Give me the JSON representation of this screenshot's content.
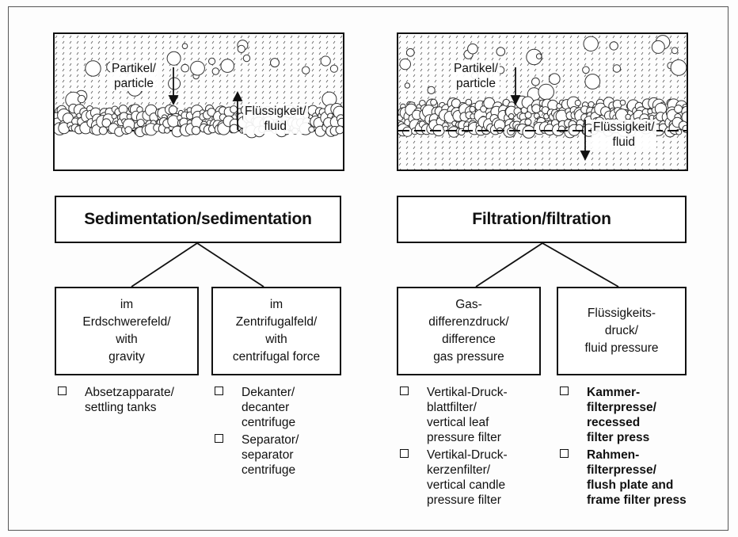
{
  "left_panel": {
    "particle_label": [
      "Partikel/",
      "particle"
    ],
    "fluid_label": [
      "Flüssigkeit/",
      "fluid"
    ]
  },
  "right_panel": {
    "particle_label": [
      "Partikel/",
      "particle"
    ],
    "fluid_label": [
      "Flüssigkeit/",
      "fluid"
    ]
  },
  "sedimentation": {
    "title": "Sedimentation/sedimentation",
    "gravity": {
      "lines": [
        "im",
        "Erdschwerefeld/",
        "with",
        "gravity"
      ],
      "items": [
        {
          "lines": [
            "Absetzapparate/",
            "settling tanks"
          ]
        }
      ]
    },
    "centrifugal": {
      "lines": [
        "im",
        "Zentrifugalfeld/",
        "with",
        "centrifugal force"
      ],
      "items": [
        {
          "lines": [
            "Dekanter/",
            "decanter",
            "centrifuge"
          ]
        },
        {
          "lines": [
            "Separator/",
            "separator",
            "centrifuge"
          ]
        }
      ]
    }
  },
  "filtration": {
    "title": "Filtration/filtration",
    "gas": {
      "lines": [
        "Gas-",
        "differenzdruck/",
        "difference",
        "gas pressure"
      ],
      "items": [
        {
          "lines": [
            "Vertikal-Druck-",
            "blattfilter/",
            "vertical leaf",
            "pressure filter"
          ]
        },
        {
          "lines": [
            "Vertikal-Druck-",
            "kerzenfilter/",
            "vertical candle",
            "pressure filter"
          ]
        }
      ]
    },
    "fluid": {
      "lines": [
        "Flüssigkeits-",
        "druck/",
        "fluid pressure"
      ],
      "items": [
        {
          "lines": [
            "Kammer-",
            "filterpresse/",
            "recessed",
            "filter press"
          ]
        },
        {
          "lines": [
            "Rahmen-",
            "filterpresse/",
            "flush plate and",
            "frame filter press"
          ]
        }
      ]
    }
  }
}
